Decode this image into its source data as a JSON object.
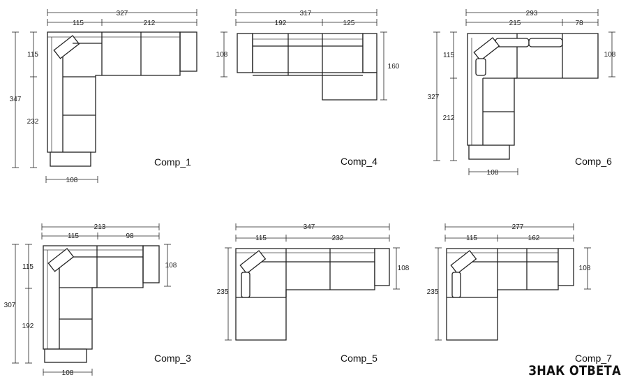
{
  "watermark": "ЗНАК ОТВЕТА",
  "compositions": [
    {
      "id": "c1",
      "caption": "Comp_1",
      "dims": [
        "327",
        "115",
        "212",
        "115",
        "347",
        "232",
        "108"
      ]
    },
    {
      "id": "c4",
      "caption": "Comp_4",
      "dims": [
        "317",
        "192",
        "125",
        "108",
        "160"
      ]
    },
    {
      "id": "c6",
      "caption": "Comp_6",
      "dims": [
        "293",
        "215",
        "78",
        "115",
        "327",
        "212",
        "108",
        "108"
      ]
    },
    {
      "id": "c3",
      "caption": "Comp_3",
      "dims": [
        "213",
        "115",
        "98",
        "115",
        "307",
        "192",
        "108",
        "108"
      ]
    },
    {
      "id": "c5",
      "caption": "Comp_5",
      "dims": [
        "347",
        "115",
        "232",
        "235",
        "108"
      ]
    },
    {
      "id": "c7",
      "caption": "Comp_7",
      "dims": [
        "277",
        "115",
        "162",
        "235",
        "108"
      ]
    }
  ]
}
